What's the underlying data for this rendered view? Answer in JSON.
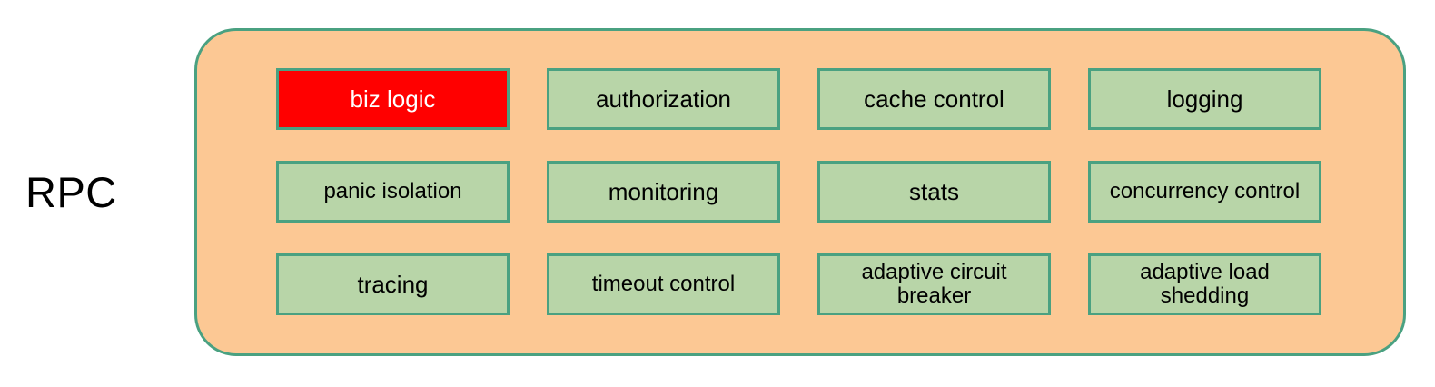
{
  "diagram": {
    "title_label": "RPC",
    "colors": {
      "container_fill": "#fcc894",
      "container_border": "#4aa181",
      "box_fill": "#b8d5a8",
      "box_border": "#4aa181",
      "highlight_fill": "#ff0000",
      "highlight_text": "#ffffff",
      "text": "#000000",
      "background": "#ffffff"
    },
    "rows": [
      {
        "boxes": [
          {
            "label": "biz logic",
            "highlighted": true,
            "size": "md",
            "wrapped": false
          },
          {
            "label": "authorization",
            "highlighted": false,
            "size": "md",
            "wrapped": false
          },
          {
            "label": "cache control",
            "highlighted": false,
            "size": "md",
            "wrapped": false
          },
          {
            "label": "logging",
            "highlighted": false,
            "size": "md",
            "wrapped": false
          }
        ]
      },
      {
        "boxes": [
          {
            "label": "panic isolation",
            "highlighted": false,
            "size": "sm",
            "wrapped": false
          },
          {
            "label": "monitoring",
            "highlighted": false,
            "size": "md",
            "wrapped": false
          },
          {
            "label": "stats",
            "highlighted": false,
            "size": "md",
            "wrapped": false
          },
          {
            "label": "concurrency control",
            "highlighted": false,
            "size": "sm",
            "wrapped": true
          }
        ]
      },
      {
        "boxes": [
          {
            "label": "tracing",
            "highlighted": false,
            "size": "md",
            "wrapped": false
          },
          {
            "label": "timeout control",
            "highlighted": false,
            "size": "sm",
            "wrapped": false
          },
          {
            "label": "adaptive circuit breaker",
            "highlighted": false,
            "size": "sm",
            "wrapped": true
          },
          {
            "label": "adaptive load shedding",
            "highlighted": false,
            "size": "sm",
            "wrapped": true
          }
        ]
      }
    ]
  }
}
